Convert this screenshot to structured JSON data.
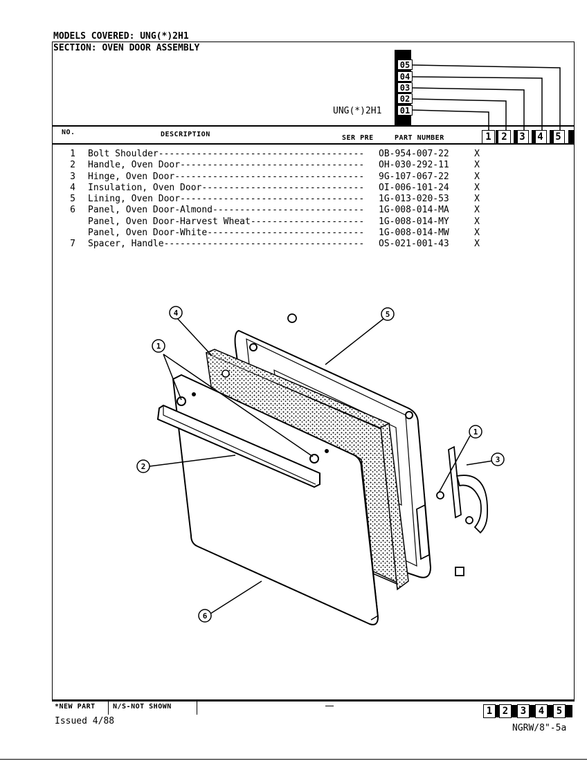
{
  "header": {
    "models_covered": "MODELS COVERED: UNG(*)2H1",
    "section": "SECTION: OVEN DOOR ASSEMBLY",
    "model_label": "UNG(*)2H1",
    "model_codes": [
      "05",
      "04",
      "03",
      "02",
      "01"
    ]
  },
  "columns": {
    "no": "NO.",
    "description": "DESCRIPTION",
    "ser_pre": "SER PRE",
    "part_number": "PART NUMBER",
    "model_columns": [
      "1",
      "2",
      "3",
      "4",
      "5"
    ]
  },
  "parts": [
    {
      "no": "1",
      "description": "Bolt Shoulder",
      "part_number": "OB-954-007-22",
      "mark": "X"
    },
    {
      "no": "2",
      "description": "Handle, Oven Door",
      "part_number": "OH-030-292-11",
      "mark": "X"
    },
    {
      "no": "3",
      "description": "Hinge, Oven Door",
      "part_number": "9G-107-067-22",
      "mark": "X"
    },
    {
      "no": "4",
      "description": "Insulation, Oven Door",
      "part_number": "OI-006-101-24",
      "mark": "X"
    },
    {
      "no": "5",
      "description": "Lining, Oven Door",
      "part_number": "1G-013-020-53",
      "mark": "X"
    },
    {
      "no": "6",
      "description": "Panel, Oven Door-Almond",
      "part_number": "1G-008-014-MA",
      "mark": "X"
    },
    {
      "no": "",
      "description": "Panel, Oven Door-Harvest Wheat",
      "part_number": "1G-008-014-MY",
      "mark": "X"
    },
    {
      "no": "",
      "description": "Panel, Oven Door-White",
      "part_number": "1G-008-014-MW",
      "mark": "X"
    },
    {
      "no": "7",
      "description": "Spacer, Handle",
      "part_number": "OS-021-001-43",
      "mark": "X"
    }
  ],
  "diagram": {
    "callouts": [
      "4",
      "5",
      "1",
      "2",
      "1",
      "3",
      "6"
    ]
  },
  "footer": {
    "new_part": "*NEW PART",
    "not_shown": "N/S-NOT SHOWN",
    "issued": "Issued 4/88",
    "code": "NGRW/8\"-5a",
    "model_columns": [
      "1",
      "2",
      "3",
      "4",
      "5"
    ]
  }
}
